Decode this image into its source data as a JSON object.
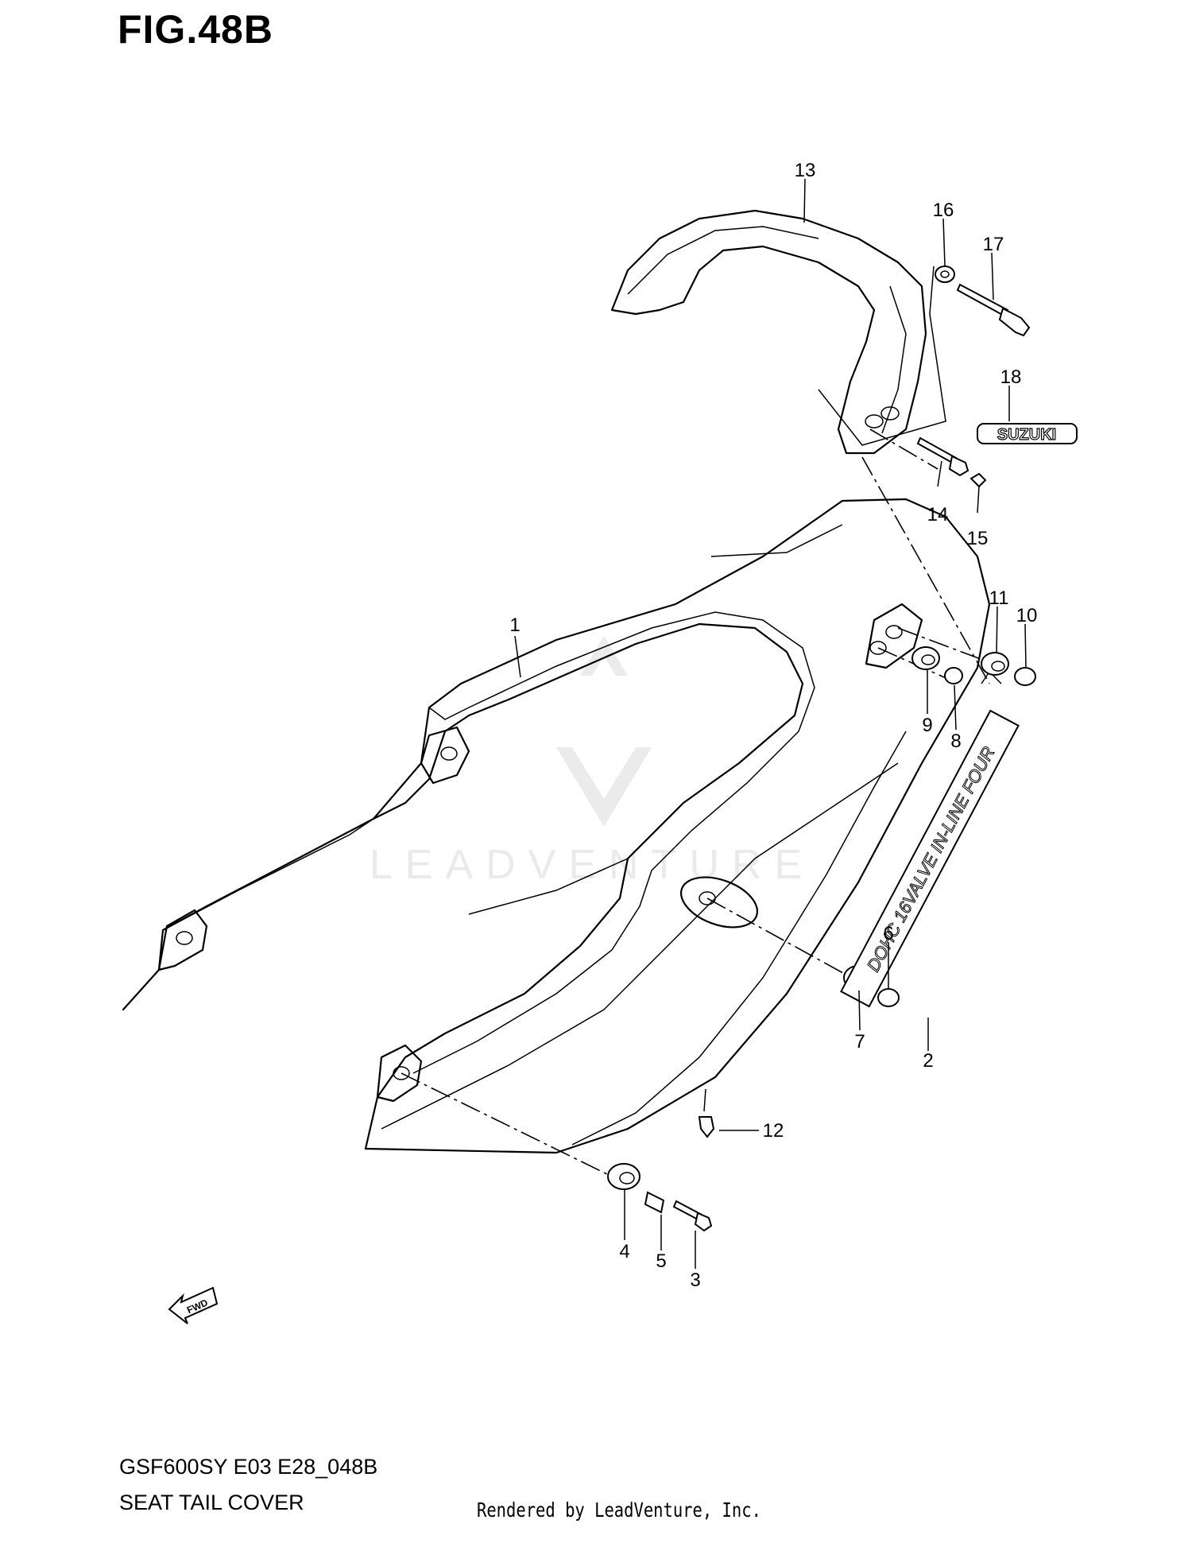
{
  "figure": {
    "title": "FIG.48B",
    "model_code": "GSF600SY E03 E28_048B",
    "name": "SEAT TAIL COVER",
    "credit": "Rendered by LeadVenture, Inc.",
    "watermark": "LEADVENTURE"
  },
  "decals": {
    "brand": "SUZUKI",
    "side_stripe": "DOHC 16VALVE IN-LINE FOUR",
    "direction": "FWD"
  },
  "callouts": [
    {
      "id": "1",
      "label": "1"
    },
    {
      "id": "2",
      "label": "2"
    },
    {
      "id": "3",
      "label": "3"
    },
    {
      "id": "4",
      "label": "4"
    },
    {
      "id": "5",
      "label": "5"
    },
    {
      "id": "6",
      "label": "6"
    },
    {
      "id": "7",
      "label": "7"
    },
    {
      "id": "8",
      "label": "8"
    },
    {
      "id": "9",
      "label": "9"
    },
    {
      "id": "10",
      "label": "10"
    },
    {
      "id": "11",
      "label": "11"
    },
    {
      "id": "12",
      "label": "12"
    },
    {
      "id": "13",
      "label": "13"
    },
    {
      "id": "14",
      "label": "14"
    },
    {
      "id": "15",
      "label": "15"
    },
    {
      "id": "16",
      "label": "16"
    },
    {
      "id": "17",
      "label": "17"
    },
    {
      "id": "18",
      "label": "18"
    }
  ]
}
